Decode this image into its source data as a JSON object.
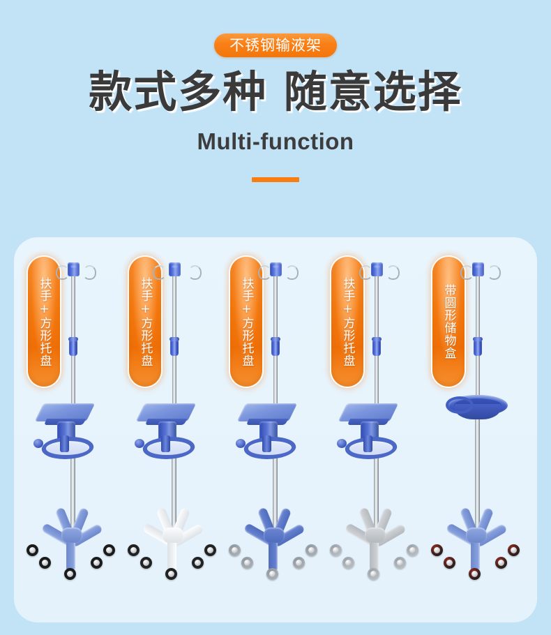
{
  "header": {
    "badge_label": "不锈钢输液架",
    "headline": "款式多种 随意选择",
    "subtitle": "Multi-function",
    "divider_color": "#f97d10"
  },
  "colors": {
    "page_background": "#c2e2f6",
    "card_background": "#e8f4fd",
    "badge_orange": "#f4790f",
    "heading_gray": "#3a3a3a",
    "pole_chrome": "#d8dee3",
    "plastic_blue": "#4a66c2"
  },
  "products": [
    {
      "badge_label": "扶手+方形托盘",
      "tray_type": "square",
      "base_color": "#8fa8e2",
      "base_color_dark": "#6d87cc",
      "caster_color": "#1b1b1b",
      "caster_rim": "#1b1b1b",
      "pole_height": 210
    },
    {
      "badge_label": "扶手+方形托盘",
      "tray_type": "square",
      "base_color": "#fbfcfd",
      "base_color_dark": "#dde2e7",
      "caster_color": "#222222",
      "caster_rim": "#222222",
      "pole_height": 240
    },
    {
      "badge_label": "扶手+方形托盘",
      "tray_type": "square",
      "base_color": "#6a86d2",
      "base_color_dark": "#4f6bbd",
      "caster_color": "#a9afb5",
      "caster_rim": "#8e959b",
      "pole_height": 222
    },
    {
      "badge_label": "扶手+方形托盘",
      "tray_type": "square",
      "base_color": "#d3d7db",
      "base_color_dark": "#b4b9be",
      "caster_color": "#b9bec3",
      "caster_rim": "#9aa0a6",
      "pole_height": 215
    },
    {
      "badge_label": "带圆形储物盒",
      "tray_type": "round-bowl",
      "base_color": "#8fa8e2",
      "base_color_dark": "#6d87cc",
      "caster_color": "#231c1c",
      "caster_rim": "#8e2c22",
      "pole_height": 200
    }
  ]
}
